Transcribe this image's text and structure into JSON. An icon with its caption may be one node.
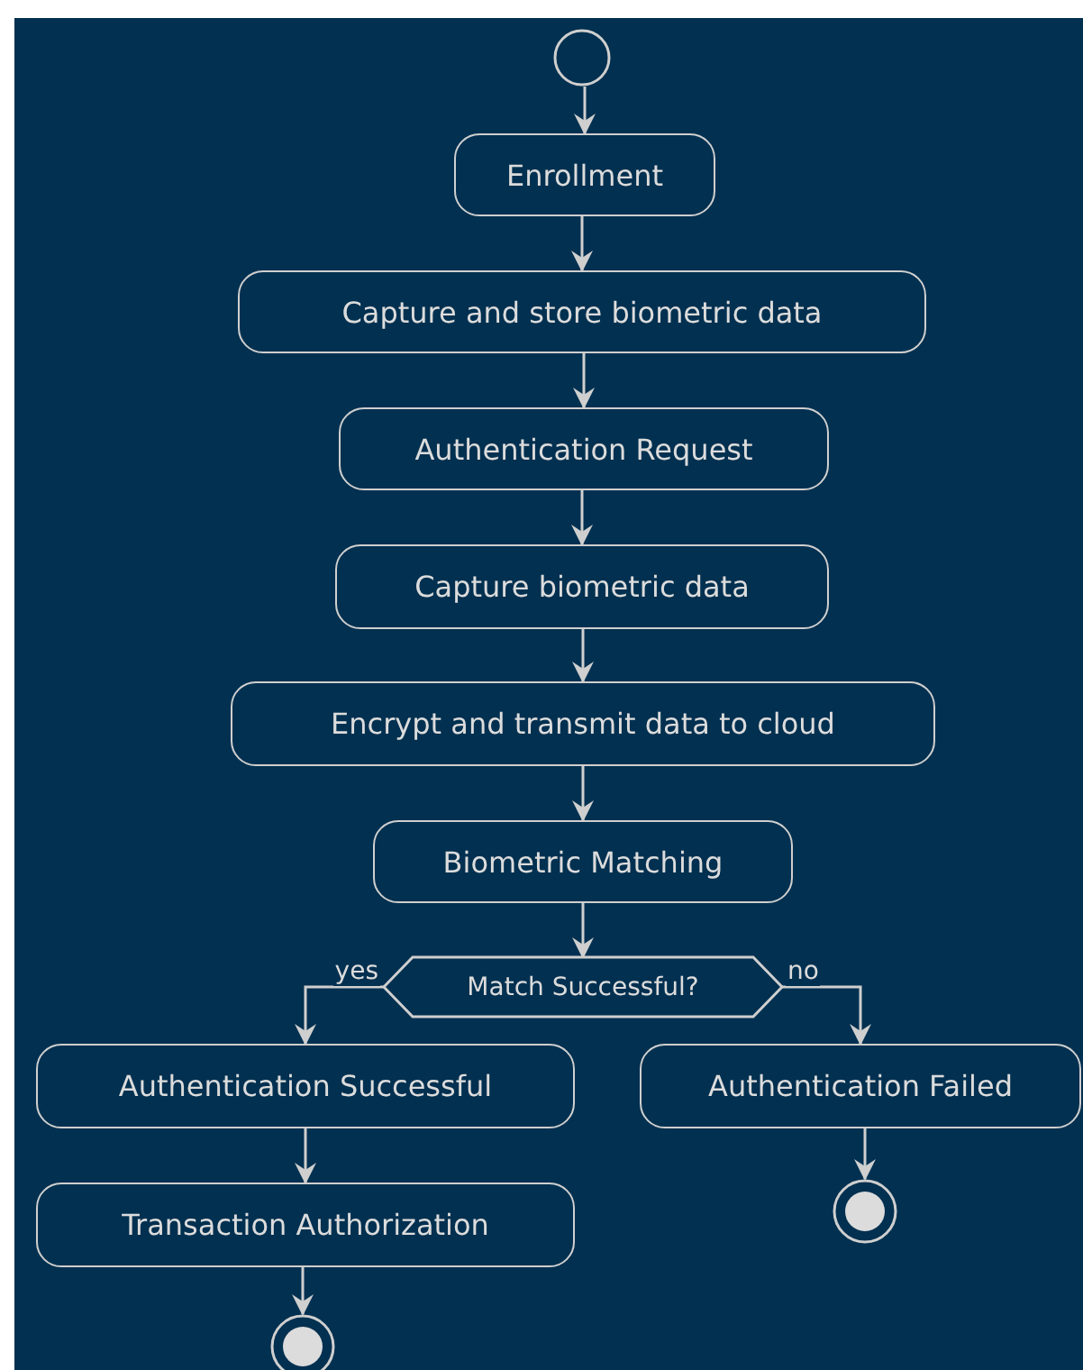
{
  "diagram": {
    "nodes": [
      {
        "text": [],
        "shape": "circle"
      },
      {
        "text": [
          "Enrollment"
        ]
      },
      {
        "text": [
          "Capture and store biometric data"
        ]
      },
      {
        "text": [
          "Authentication Request"
        ]
      },
      {
        "text": [
          "Capture biometric data"
        ]
      },
      {
        "text": [
          "Encrypt and transmit data to cloud"
        ]
      },
      {
        "text": [
          "Biometric Matching"
        ]
      },
      {
        "text": [
          "Match Successful?"
        ]
      },
      {
        "text": [
          "Authentication Successful"
        ]
      },
      {
        "text": [
          "Authentication Failed"
        ]
      },
      {
        "text": [
          "Transaction Authorization"
        ]
      },
      {
        "text": [],
        "shape": "bullseye"
      },
      {
        "text": [],
        "shape": "bullseye"
      }
    ],
    "edges": [
      {
        "from": 0,
        "to": 1,
        "arrow": "to"
      },
      {
        "from": 1,
        "to": 2,
        "arrow": "to"
      },
      {
        "from": 2,
        "to": 3,
        "arrow": "to"
      },
      {
        "from": 3,
        "to": 4,
        "arrow": "to"
      },
      {
        "from": 4,
        "to": 5,
        "arrow": "to"
      },
      {
        "from": 5,
        "to": 6,
        "arrow": "to"
      },
      {
        "from": 6,
        "to": 7,
        "arrow": "to"
      },
      {
        "from": 7,
        "to": 8,
        "arrow": "to",
        "label": "yes"
      },
      {
        "from": 7,
        "to": 9,
        "arrow": "to",
        "label": "no"
      },
      {
        "from": 8,
        "to": 10,
        "arrow": "to"
      },
      {
        "from": 10,
        "to": 11,
        "arrow": "to"
      },
      {
        "from": 9,
        "to": 12,
        "arrow": "to"
      }
    ]
  }
}
